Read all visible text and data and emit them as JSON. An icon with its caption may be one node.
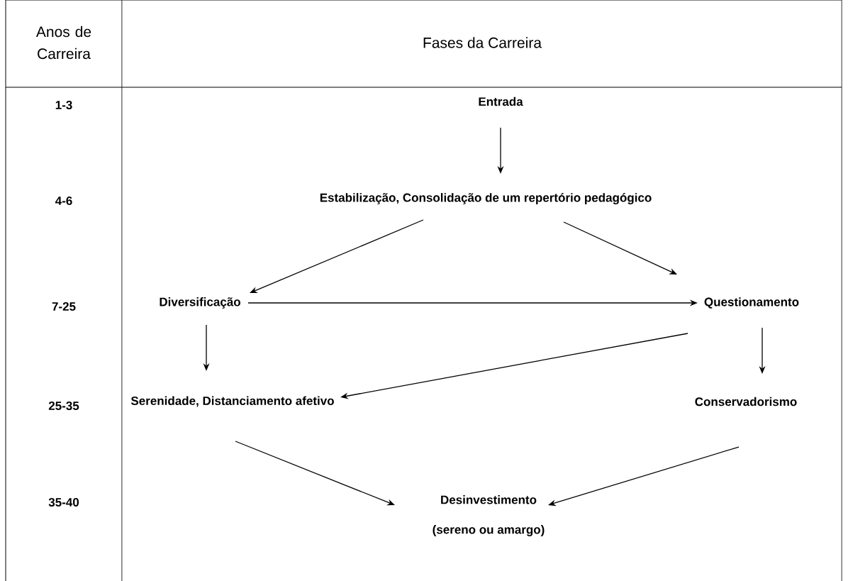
{
  "diagram": {
    "nodes": [
      {
        "text": [
          "Entrada"
        ]
      },
      {
        "text": [
          "Estabilização, Consolidação de um repertório pedagógico"
        ]
      },
      {
        "text": [
          "Diversificação"
        ]
      },
      {
        "text": [
          "Questionamento"
        ]
      },
      {
        "text": [
          "Serenidade, Distanciamento afetivo"
        ]
      },
      {
        "text": [
          "Conservadorismo"
        ]
      },
      {
        "text": [
          "Desinvestimento",
          "(sereno ou amargo)"
        ]
      }
    ],
    "edges": [
      {
        "from": 0,
        "to": 1,
        "arrow": "to"
      },
      {
        "from": 1,
        "to": 2,
        "arrow": "to"
      },
      {
        "from": 1,
        "to": 3,
        "arrow": "to"
      },
      {
        "from": 2,
        "to": 3,
        "arrow": "to"
      },
      {
        "from": 2,
        "to": 4,
        "arrow": "to"
      },
      {
        "from": 3,
        "to": 4,
        "arrow": "to"
      },
      {
        "from": 3,
        "to": 5,
        "arrow": "to"
      },
      {
        "from": 4,
        "to": 6,
        "arrow": "to"
      },
      {
        "from": 5,
        "to": 6,
        "arrow": "to"
      }
    ],
    "labels": [
      "Anos de Carreira",
      "Fases da Carreira",
      "1-3",
      "4-6",
      "7-25",
      "25-35",
      "35-40"
    ]
  }
}
